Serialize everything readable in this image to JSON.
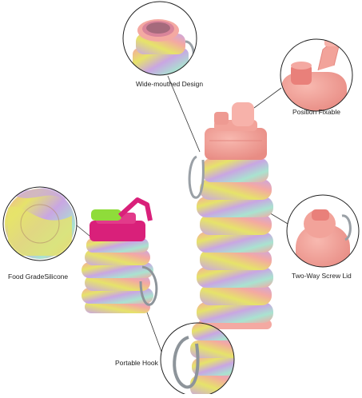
{
  "labels": {
    "wide_mouthed": "Wide-mouthed Design",
    "position_fixable": "Position Fixable",
    "food_grade": "Food GradeSilicone",
    "two_way_lid": "Two-Way Screw Lid",
    "portable_hook": "Portable Hook"
  },
  "colors": {
    "pink": "#f4a9a2",
    "lavender": "#c9a6e3",
    "yellow": "#e6e36a",
    "mint": "#a9e3d0",
    "magenta": "#d9207a",
    "green": "#8fdc3a",
    "cap_pink": "#f2a39a",
    "lid_pink": "#e9807a"
  }
}
